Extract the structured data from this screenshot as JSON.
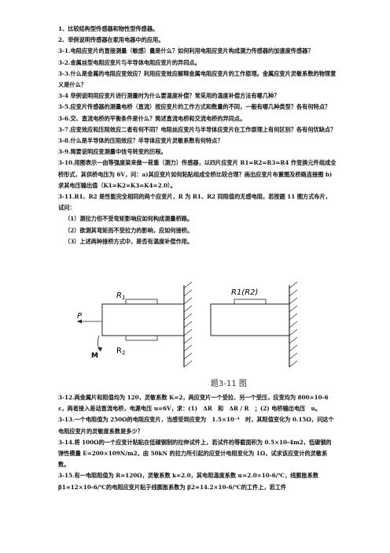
{
  "questions_top": [
    {
      "id": "q1",
      "text": "1、比较结构型传感器和物性型传感器。",
      "bold": true
    },
    {
      "id": "q2",
      "text": "2、举例说明传感器在家用电器中的应用。",
      "bold": true
    },
    {
      "id": "q3_1",
      "text": "3-1.电阻应变片的直接测量（敏感）量是什么？如何利用电阻应变片构成测力传感器的加速度传感器？",
      "bold": true
    },
    {
      "id": "q3_2",
      "text": "3-2.金属丝型电阻应变片与半导体电阻应变片的异同点。",
      "bold": true
    },
    {
      "id": "q3_3",
      "text": "3-3.什么是金属的电阻应变效应？利用应变效应解释金属电阻应变片的工作原理。金属应变片灵敏系数的物理意义是什么？",
      "bold": true
    },
    {
      "id": "q3_4",
      "text": "3-4 举例说明用应变片进行测量时为什么要温度补偿？常采用的温度补偿方法有哪几种？",
      "bold": true
    },
    {
      "id": "q3_5",
      "text": "3-5.应变片传感器的测量电桥（直流）按应变片的工作方式和数量的不同，一般有哪几种类型？各有何特点？",
      "bold": true
    },
    {
      "id": "q3_6",
      "text": "3-6.交、直流电桥的平衡条件是什么？简述直流电桥和交流电桥的异同点。",
      "bold": true
    },
    {
      "id": "q3_7",
      "text": "3-7.应变效应和压阻效应二者有何不同？电阻丝应变片与半导体应变片在工作原理上有何区别？各有何优缺点？",
      "bold": true
    },
    {
      "id": "q3_8",
      "text": "3-8.什么是半导体的压阻效应？半导体应变片灵敏系数有何特点？",
      "bold": true
    },
    {
      "id": "q3_9",
      "text": "3-9.简要说明应变测量中信号转变的历程。",
      "bold": true
    },
    {
      "id": "q3_10",
      "text": "3-10.用图表示一由等强度梁来做一荷重（测力）传感器，以四片应变片 R1=R2=R3=R4 作变换元件组成全桥形式，其供桥电压为 6V，问：a)其应变片如何粘贴组成全桥比较合理？画出应变片布置图及桥路连接图 b)求其电压输出值（K1=K2=K3=K4=2.0）。",
      "bold": true
    },
    {
      "id": "q3_11",
      "text": "3-11.R1、R2 是性能完全相同的两个应变片，R 为 R1、R2 同阻值的无感电阻，若按题 11 图方式布片，试问：",
      "bold": true
    }
  ],
  "sub_items": [
    "（1）测拉力但不受弯矩影响应如何构成测量桥路。",
    "（2）欲测其弯矩而不受拉力的影响，应如何接桥。",
    "（3）上述两种接桥方式中，是否有温度补偿作用。"
  ],
  "figure": {
    "left_labels": {
      "r1": "R",
      "r1_sub": "1",
      "r2": "R",
      "r2_sub": "2",
      "p": "P",
      "m": "M"
    },
    "right_label": "R1(R2)",
    "caption": "题3-11 图"
  },
  "questions_bottom": [
    {
      "id": "q3_12",
      "text": "3-12.两金属片和阻值均为 120，灵敏系数 K=2，两应变片一个受拉、另一个受压，应变均为 800×10-6 ε，两者接入差动直流电桥，电源电压 u=6V，求：(1)　ΔR　和　ΔR / R　；(2) 电桥输出电压　u。",
      "bold": true
    },
    {
      "id": "q3_13",
      "text": "3-13.一个电阻值为 250Ω的电阻应变片，当感受到应变为　1.5×10⁻⁴　时，其阻值变化为 0.15Ω，问这个电阻应变片的灵敏度系数是多少？",
      "bold": true
    },
    {
      "id": "q3_14",
      "text": "3-14.将 100Ω的一个应变计粘贴在低碳钢制的拉伸试件上，若试件的等截面积为 0.5×10-4m2，低碳钢的弹性模量 E=200×109N/m2，由 50kN 的拉力所引起的应变计电阻变化为 1Ω，试求该应变计的灵敏系数。",
      "bold": true
    },
    {
      "id": "q3_15",
      "text": "3-15.有一电阻阻值为 R=120Ω，灵敏系数 k=2.0，其电阻温度系数 α=2.0×10-6/℃，线膨胀系数 β1=12×10-6/℃的电阻应变片贴于线膨胀系数为 β2=14.2×10-6/℃的工件上，若工件",
      "bold": true
    }
  ]
}
